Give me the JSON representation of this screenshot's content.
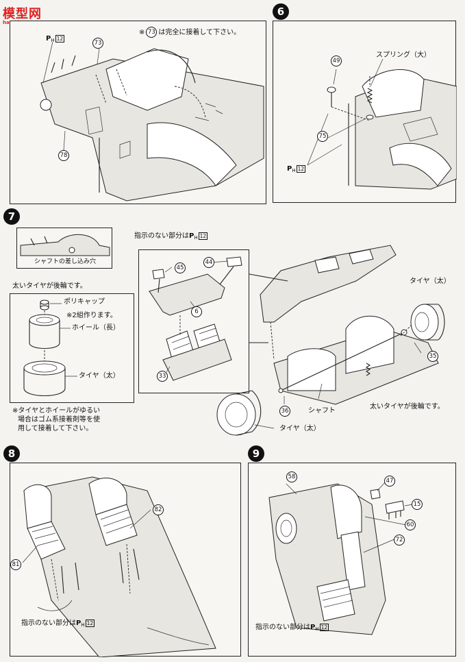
{
  "watermark": {
    "title": "模型网",
    "url": "hao-shao.com"
  },
  "step5": {
    "note_mark": "※",
    "note_part": "73",
    "note_text": "は完全に接着して下さい。",
    "parts": [
      "73",
      "78"
    ],
    "ph_prefix": "P",
    "ph_sub": "H",
    "ph_box": "12"
  },
  "step6": {
    "badge": "6",
    "spring_label": "スプリング（大）",
    "parts": [
      "49",
      "75"
    ],
    "ph_prefix": "P",
    "ph_sub": "H",
    "ph_box": "12"
  },
  "step7": {
    "badge": "7",
    "inset_caption": "シャフトの差し込み穴",
    "unmarked_prefix": "指示のない部分は",
    "ph_prefix": "P",
    "ph_sub": "H",
    "ph_box": "12",
    "rear_note_left": "太いタイヤが後輪です。",
    "poly_cap": "ポリキャップ",
    "two_sets": "※2組作ります。",
    "wheel_long": "ホイール（長）",
    "tire_big": "タイヤ（太）",
    "tire_note_line1": "※タイヤとホイールがゆるい",
    "tire_note_line2": "場合はゴム系接着剤等を使",
    "tire_note_line3": "用して接着して下さい。",
    "parts_box": [
      "45",
      "44",
      "6",
      "33"
    ],
    "tire_big_right": "タイヤ（太）",
    "part_35": "35",
    "part_36": "36",
    "shaft": "シャフト",
    "rear_note_right": "太いタイヤが後輪です。",
    "tire_big_bottom": "タイヤ（太）"
  },
  "step8": {
    "badge": "8",
    "parts": [
      "82",
      "81"
    ],
    "unmarked_prefix": "指示のない部分は",
    "ph_prefix": "P",
    "ph_sub": "H",
    "ph_box": "12"
  },
  "step9": {
    "badge": "9",
    "parts": [
      "58",
      "47",
      "15",
      "60",
      "72"
    ],
    "unmarked_prefix": "指示のない部分は",
    "ph_prefix": "P",
    "ph_sub": "H",
    "ph_box": "12"
  }
}
